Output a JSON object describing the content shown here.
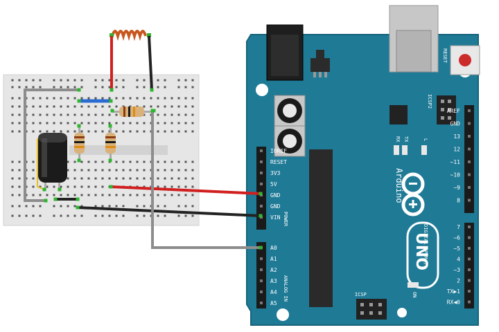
{
  "board": {
    "name": "Arduino",
    "model": "UNO",
    "reset_label": "RESET",
    "icsp2_label": "ICSP2",
    "icsp_label": "ICSP",
    "tx_label": "TX",
    "rx_label": "RX",
    "l_label": "L",
    "on_label": "ON",
    "power_header": "POWER",
    "analog_header": "ANALOG IN",
    "digital_header": "DIGITAL (PWM~)",
    "power_pins": [
      "IOREF",
      "RESET",
      "3V3",
      "5V",
      "GND",
      "GND",
      "VIN"
    ],
    "analog_pins": [
      "A0",
      "A1",
      "A2",
      "A3",
      "A4",
      "A5"
    ],
    "digital_top": [
      "AREF",
      "GND",
      "13",
      "12",
      "~11",
      "~10",
      "~9",
      "8"
    ],
    "digital_bottom": [
      "7",
      "~6",
      "~5",
      "4",
      "~3",
      "2",
      "TX▶1",
      "RX◀0"
    ]
  },
  "colors": {
    "board": "#1f7a96",
    "board_dark": "#16637a",
    "breadboard": "#e6e6e6",
    "wire_red": "#d11f1f",
    "wire_black": "#222222",
    "wire_gray": "#8c8c8c",
    "wire_blue": "#2a6bd1",
    "inductor": "#c8571f",
    "capacitor": "#1b1b1b"
  }
}
